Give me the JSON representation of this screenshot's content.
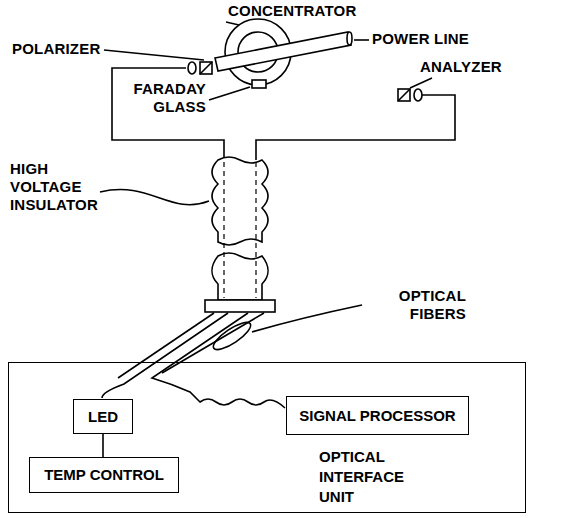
{
  "diagram": {
    "nodes": [
      {
        "text": [
          "OPTICAL INTERFACE UNIT"
        ]
      },
      {
        "text": [
          "LED"
        ],
        "in": 0
      },
      {
        "text": [
          "SIGNAL PROCESSOR"
        ],
        "in": 0
      },
      {
        "text": [
          "TEMP CONTROL"
        ],
        "in": 0
      }
    ],
    "edges": [
      {
        "from": 1,
        "to": 3,
        "arrow": "none"
      }
    ],
    "labels": [
      "CONCENTRATOR",
      "POLARIZER",
      "POWER LINE",
      "ANALYZER",
      "FARADAY GLASS",
      "HIGH VOLTAGE INSULATOR",
      "OPTICAL FIBERS"
    ]
  }
}
